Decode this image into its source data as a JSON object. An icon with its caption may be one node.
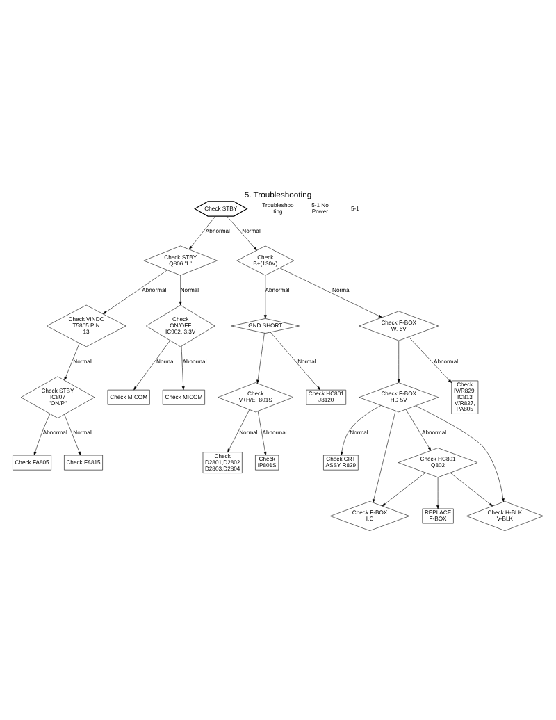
{
  "diagram": {
    "title": "5. Troubleshooting",
    "nodes": [
      {
        "text": [
          "Check STBY"
        ]
      },
      {
        "text": [
          "Check STBY Q806 \"L\""
        ]
      },
      {
        "text": [
          "Check VINDC T5805 PIN 13"
        ]
      },
      {
        "text": [
          "Check ON/OFF IC902, 3.3V"
        ]
      },
      {
        "text": [
          "Check STBY IC807 \"ON/P\""
        ]
      },
      {
        "text": [
          "Check FA805"
        ]
      },
      {
        "text": [
          "Check FA815"
        ]
      },
      {
        "text": [
          "Check MICOM"
        ]
      },
      {
        "text": [
          "Check MICOM"
        ]
      },
      {
        "text": [
          "Check B+(130V)"
        ]
      },
      {
        "text": [
          "GND SHORT"
        ]
      },
      {
        "text": [
          "Check F-BOX W. 6V"
        ]
      },
      {
        "text": [
          "Check IV/R829, IC813 V/R827, PA805"
        ]
      },
      {
        "text": [
          "Check HC801 J8120"
        ]
      },
      {
        "text": [
          "Check V+H/EF801S"
        ]
      },
      {
        "text": [
          "Check D2801,D2802 D2803,D2804"
        ]
      },
      {
        "text": [
          "Check IP801S"
        ]
      },
      {
        "text": [
          "Check F-BOX HD 5V"
        ]
      },
      {
        "text": [
          "Check CRT ASSY R829"
        ]
      },
      {
        "text": [
          "Check F-BOX I.C"
        ]
      },
      {
        "text": [
          "Check HC801 Q802"
        ]
      },
      {
        "text": [
          "Check H-BLK V-BLK"
        ]
      },
      {
        "text": [
          "REPLACE F-BOX"
        ]
      }
    ],
    "edges": [
      {
        "from": 0,
        "to": 1,
        "arrow": "to",
        "label": "Abnormal"
      },
      {
        "from": 0,
        "to": 9,
        "arrow": "to",
        "label": "Normal"
      },
      {
        "from": 1,
        "to": 2,
        "arrow": "to",
        "label": "Abnormal"
      },
      {
        "from": 1,
        "to": 3,
        "arrow": "to",
        "label": "Normal"
      },
      {
        "from": 2,
        "to": 4,
        "arrow": "to",
        "label": "Normal"
      },
      {
        "from": 3,
        "to": 7,
        "arrow": "to",
        "label": "Abnormal"
      },
      {
        "from": 3,
        "to": 8,
        "arrow": "to",
        "label": "Normal"
      },
      {
        "from": 4,
        "to": 5,
        "arrow": "to",
        "label": "Abnormal"
      },
      {
        "from": 4,
        "to": 6,
        "arrow": "to",
        "label": "Normal"
      },
      {
        "from": 9,
        "to": 10,
        "arrow": "to",
        "label": "Abnormal"
      },
      {
        "from": 9,
        "to": 11,
        "arrow": "to",
        "label": "Normal"
      },
      {
        "from": 10,
        "to": 13,
        "arrow": "to",
        "label": "Normal"
      },
      {
        "from": 10,
        "to": 14,
        "arrow": "to"
      },
      {
        "from": 11,
        "to": 12,
        "arrow": "to",
        "label": "Abnormal"
      },
      {
        "from": 14,
        "to": 15,
        "arrow": "to",
        "label": "Normal"
      },
      {
        "from": 14,
        "to": 16,
        "arrow": "to",
        "label": "Abnormal"
      },
      {
        "from": 11,
        "to": 17,
        "arrow": "to"
      },
      {
        "from": 17,
        "to": 18,
        "arrow": "to",
        "label": "Normal"
      },
      {
        "from": 17,
        "to": 19,
        "arrow": "to"
      },
      {
        "from": 17,
        "to": 20,
        "arrow": "to",
        "label": "Abnormal"
      },
      {
        "from": 17,
        "to": 21,
        "arrow": "to"
      },
      {
        "from": 20,
        "to": 19,
        "arrow": "to"
      },
      {
        "from": 20,
        "to": 21,
        "arrow": "to"
      },
      {
        "from": 20,
        "to": 22,
        "arrow": "to"
      }
    ],
    "labels": [
      "Troubleshooting",
      "5-1 No Power",
      "5-1"
    ]
  }
}
